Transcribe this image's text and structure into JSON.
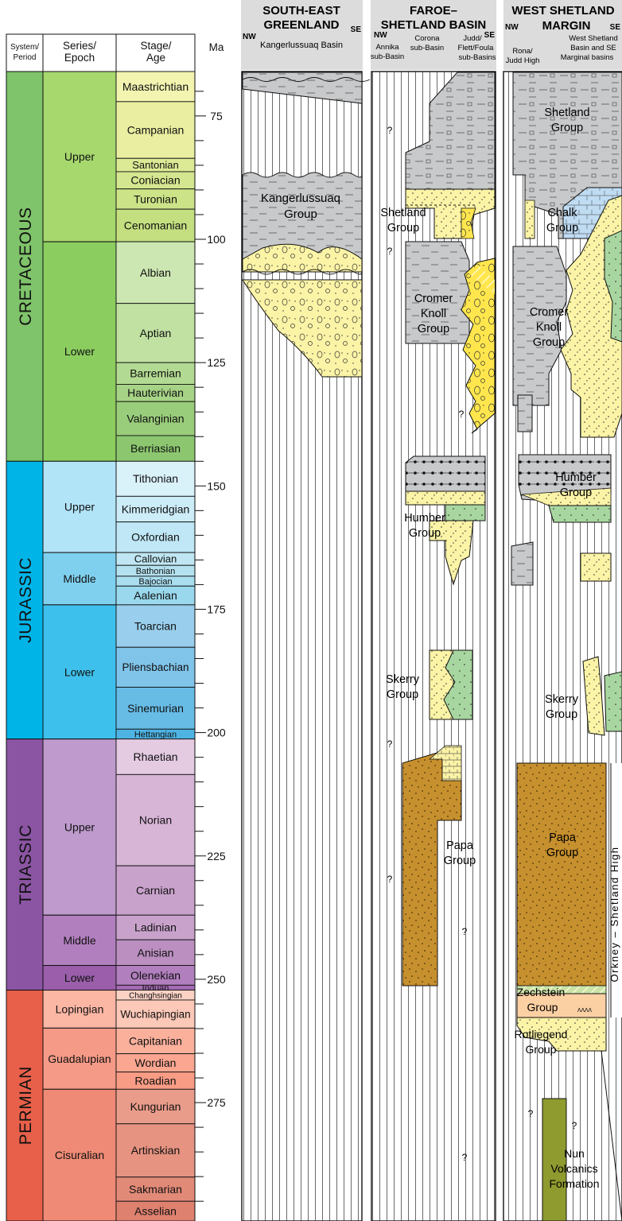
{
  "headers": {
    "system": "System/\nPeriod",
    "series": "Series/\nEpoch",
    "stage": "Stage/\nAge",
    "ma": "Ma"
  },
  "periods": [
    {
      "name": "CRETACEOUS",
      "top": 66,
      "base": 145,
      "color": "#7fc36a"
    },
    {
      "name": "JURASSIC",
      "top": 145,
      "base": 201.3,
      "color": "#00b4e7"
    },
    {
      "name": "TRIASSIC",
      "top": 201.3,
      "base": 252.2,
      "color": "#8b55a3"
    },
    {
      "name": "PERMIAN",
      "top": 252.2,
      "base": 299,
      "color": "#e8604a"
    }
  ],
  "epochs": [
    {
      "name": "Upper",
      "top": 66,
      "base": 100.5,
      "color": "#a6d86e"
    },
    {
      "name": "Lower",
      "top": 100.5,
      "base": 145,
      "color": "#8ccd60"
    },
    {
      "name": "Upper",
      "top": 145,
      "base": 163.5,
      "color": "#b2e4f8"
    },
    {
      "name": "Middle",
      "top": 163.5,
      "base": 174.1,
      "color": "#7fd0ee"
    },
    {
      "name": "Lower",
      "top": 174.1,
      "base": 201.3,
      "color": "#3ec0ec"
    },
    {
      "name": "Upper",
      "top": 201.3,
      "base": 237,
      "color": "#be9bcc"
    },
    {
      "name": "Middle",
      "top": 237,
      "base": 247.2,
      "color": "#b17fbe"
    },
    {
      "name": "Lower",
      "top": 247.2,
      "base": 252.2,
      "color": "#9a5eaa"
    },
    {
      "name": "Lopingian",
      "top": 252.2,
      "base": 259.9,
      "color": "#fbb6a4"
    },
    {
      "name": "Guadalupian",
      "top": 259.9,
      "base": 272.3,
      "color": "#f59a87"
    },
    {
      "name": "Cisuralian",
      "top": 272.3,
      "base": 299,
      "color": "#ee8a75"
    }
  ],
  "stages": [
    {
      "name": "Maastrichtian",
      "top": 66,
      "base": 72.1,
      "color": "#f2f4b0"
    },
    {
      "name": "Campanian",
      "top": 72.1,
      "base": 83.6,
      "color": "#e9eea0"
    },
    {
      "name": "Santonian",
      "top": 83.6,
      "base": 86.3,
      "color": "#dcea95"
    },
    {
      "name": "Coniacian",
      "top": 86.3,
      "base": 89.8,
      "color": "#d4e68f"
    },
    {
      "name": "Turonian",
      "top": 89.8,
      "base": 93.9,
      "color": "#cce388"
    },
    {
      "name": "Cenomanian",
      "top": 93.9,
      "base": 100.5,
      "color": "#c4df80"
    },
    {
      "name": "Albian",
      "top": 100.5,
      "base": 113,
      "color": "#cde7b2"
    },
    {
      "name": "Aptian",
      "top": 113,
      "base": 125,
      "color": "#c0e1a2"
    },
    {
      "name": "Barremian",
      "top": 125,
      "base": 129.4,
      "color": "#b3da92"
    },
    {
      "name": "Hauterivian",
      "top": 129.4,
      "base": 132.9,
      "color": "#a6d386"
    },
    {
      "name": "Valanginian",
      "top": 132.9,
      "base": 139.8,
      "color": "#99cd7b"
    },
    {
      "name": "Berriasian",
      "top": 139.8,
      "base": 145,
      "color": "#8cc770"
    },
    {
      "name": "Tithonian",
      "top": 145,
      "base": 152.1,
      "color": "#d9f1f9"
    },
    {
      "name": "Kimmeridgian",
      "top": 152.1,
      "base": 157.3,
      "color": "#ccecf8"
    },
    {
      "name": "Oxfordian",
      "top": 157.3,
      "base": 163.5,
      "color": "#bfe7f6"
    },
    {
      "name": "Callovian",
      "top": 163.5,
      "base": 166.1,
      "color": "#bfe6f2"
    },
    {
      "name": "Bathonian",
      "top": 166.1,
      "base": 168.3,
      "color": "#b4e2f0"
    },
    {
      "name": "Bajocian",
      "top": 168.3,
      "base": 170.3,
      "color": "#a9deef"
    },
    {
      "name": "Aalenian",
      "top": 170.3,
      "base": 174.1,
      "color": "#9ad9ed"
    },
    {
      "name": "Toarcian",
      "top": 174.1,
      "base": 182.7,
      "color": "#99ceec"
    },
    {
      "name": "Pliensbachian",
      "top": 182.7,
      "base": 190.8,
      "color": "#80c4ea"
    },
    {
      "name": "Sinemurian",
      "top": 190.8,
      "base": 199.3,
      "color": "#67bce6"
    },
    {
      "name": "Hettangian",
      "top": 199.3,
      "base": 201.3,
      "color": "#4eb3e3"
    },
    {
      "name": "Rhaetian",
      "top": 201.3,
      "base": 208.5,
      "color": "#e4cbe2"
    },
    {
      "name": "Norian",
      "top": 208.5,
      "base": 227,
      "color": "#d7b5d7"
    },
    {
      "name": "Carnian",
      "top": 227,
      "base": 237,
      "color": "#c9a2cc"
    },
    {
      "name": "Ladinian",
      "top": 237,
      "base": 242,
      "color": "#c9a2cc"
    },
    {
      "name": "Anisian",
      "top": 242,
      "base": 247.2,
      "color": "#bb8fc0"
    },
    {
      "name": "Olenekian",
      "top": 247.2,
      "base": 251.2,
      "color": "#b17fbe"
    },
    {
      "name": "Induan",
      "top": 251.2,
      "base": 252.2,
      "color": "#a46ab3"
    },
    {
      "name": "Changhsingian",
      "top": 252.2,
      "base": 254.2,
      "color": "#fcd2c5"
    },
    {
      "name": "Wuchiapingian",
      "top": 254.2,
      "base": 259.9,
      "color": "#fcc8b8"
    },
    {
      "name": "Capitanian",
      "top": 259.9,
      "base": 265.1,
      "color": "#fbb09c"
    },
    {
      "name": "Wordian",
      "top": 265.1,
      "base": 268.8,
      "color": "#faa691"
    },
    {
      "name": "Roadian",
      "top": 268.8,
      "base": 272.3,
      "color": "#f99c85"
    },
    {
      "name": "Kungurian",
      "top": 272.3,
      "base": 279.3,
      "color": "#e99c8a"
    },
    {
      "name": "Artinskian",
      "top": 279.3,
      "base": 290.1,
      "color": "#e69381"
    },
    {
      "name": "Sakmarian",
      "top": 290.1,
      "base": 295,
      "color": "#e28a78"
    },
    {
      "name": "Asselian",
      "top": 295,
      "base": 299,
      "color": "#de816f"
    }
  ],
  "ma_labels": [
    "75",
    "100",
    "125",
    "150",
    "175",
    "200",
    "225",
    "250",
    "275"
  ],
  "columns": {
    "sg": {
      "title": "SOUTH-EAST\nGREENLAND",
      "nw": "NW",
      "se": "SE",
      "sub": "Kangerlussuaq Basin"
    },
    "fs": {
      "title": "FAROE–\nSHETLAND BASIN",
      "nw": "NW",
      "se": "SE",
      "sub_left": "Annika\nsub-Basin",
      "sub_mid": "Corona\nsub-Basin",
      "sub_right": "Judd/\nFlett/Foula\nsub-Basins"
    },
    "ws": {
      "title": "WEST SHETLAND",
      "title2": "MARGIN",
      "nw": "NW",
      "se": "SE",
      "sub_left": "Rona/\nJudd High",
      "sub_right": "West Shetland\nBasin and SE\nMarginal basins"
    }
  },
  "units": {
    "kangerlussuaq": "Kangerlussuaq\nGroup",
    "shetland_fs": "Shetland\nGroup",
    "cromer_fs": "Cromer\nKnoll\nGroup",
    "humber_fs": "Humber\nGroup",
    "skerry_fs": "Skerry\nGroup",
    "papa_fs": "Papa\nGroup",
    "shetland_ws": "Shetland\nGroup",
    "chalk_ws": "Chalk\nGroup",
    "cromer_ws": "Cromer\nKnoll\nGroup",
    "humber_ws": "Humber\nGroup",
    "skerry_ws": "Skerry\nGroup",
    "papa_ws": "Papa\nGroup",
    "zechstein_ws": "Zechstein\nGroup",
    "rotliegend_ws": "Rotliegend\nGroup",
    "nun_ws": "Nun\nVolcanics\nFormation",
    "orkney": "Orkney – Shetland High",
    "question": "?"
  },
  "colors": {
    "grey_mudstone": "#c8c9cb",
    "sandstone": "#fbf3a6",
    "conglomerate_yellow": "#ffe64d",
    "chalk_blue": "#bfdcf3",
    "green": "#a8d6a0",
    "papa_brown": "#c7902e",
    "zechstein_peach": "#fbd0a3",
    "nun_olive": "#8f9a2f",
    "header_grey": "#dcdcdc"
  }
}
